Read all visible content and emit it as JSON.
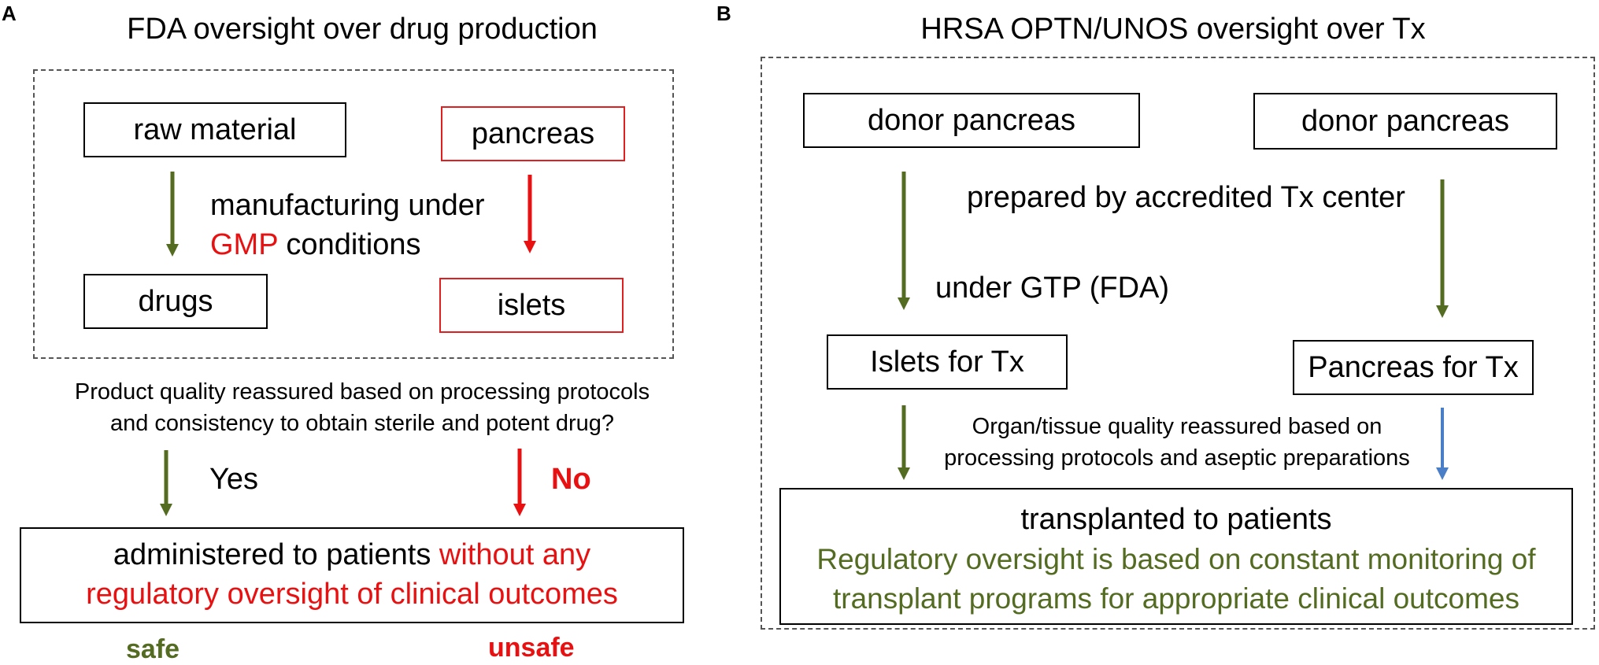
{
  "panel_a": {
    "letter": "A",
    "title": "FDA oversight over drug production",
    "box_raw_material": "raw material",
    "box_pancreas": "pancreas",
    "manufacturing_line1": "manufacturing under",
    "gmp": "GMP",
    "conditions": " conditions",
    "box_drugs": "drugs",
    "box_islets": "islets",
    "question_line1": "Product quality reassured based on processing protocols",
    "question_line2": "and consistency to obtain sterile and potent drug?",
    "yes": "Yes",
    "no": "No",
    "outcome_black": "administered to patients ",
    "outcome_red1": "without any",
    "outcome_red2": "regulatory oversight of clinical outcomes",
    "safe": "safe",
    "unsafe": "unsafe"
  },
  "panel_b": {
    "letter": "B",
    "title": "HRSA OPTN/UNOS oversight over Tx",
    "box_donor_left": "donor pancreas",
    "box_donor_right": "donor pancreas",
    "prepared": "prepared by accredited Tx center",
    "under_gtp": "under GTP (FDA)",
    "box_islets_tx": "Islets for Tx",
    "box_pancreas_tx": "Pancreas for Tx",
    "quality_line1": "Organ/tissue quality reassured based on",
    "quality_line2": "processing protocols and aseptic preparations",
    "transplanted": "transplanted to patients",
    "oversight_line1": "Regulatory oversight is based on constant monitoring of",
    "oversight_line2": "transplant  programs for appropriate clinical outcomes"
  },
  "colors": {
    "green": "#546b22",
    "red": "#e81010",
    "blue": "#4a7fc8",
    "black": "#000000"
  }
}
